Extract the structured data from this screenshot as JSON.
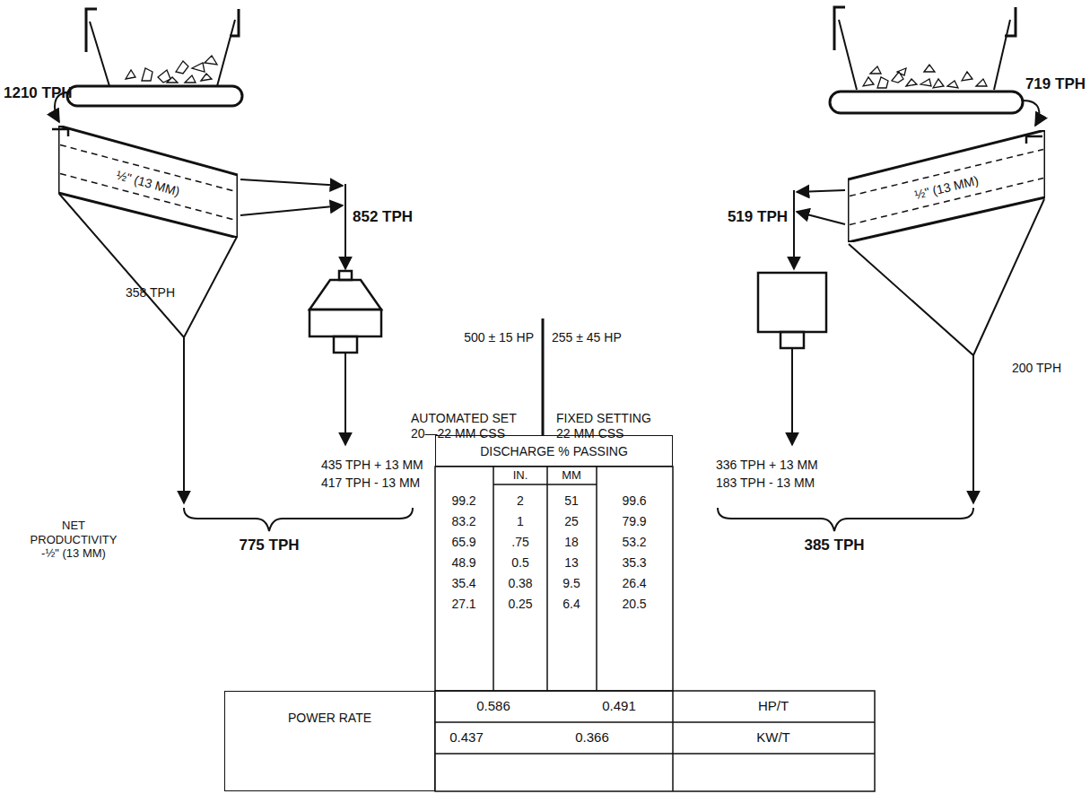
{
  "diagram": {
    "nodes": [
      {
        "text": [
          "½\" (13 MM)"
        ]
      },
      {
        "text": [
          "½\" (13 MM)"
        ]
      },
      {
        "text": [
          "DISCHARGE % PASSING"
        ]
      },
      {
        "text": [
          "POWER RATE"
        ]
      }
    ],
    "labels": [
      "1210 TPH",
      "719 TPH",
      "852 TPH",
      "519 TPH",
      "500 ± 15 HP",
      "255 ± 45 HP",
      "358 TPH",
      "200 TPH",
      "AUTOMATED SET 20—22 MM CSS",
      "FIXED SETTING 22 MM CSS",
      "435 TPH + 13 MM",
      "417 TPH - 13 MM",
      "336 TPH + 13 MM",
      "183 TPH - 13 MM",
      "NET PRODUCTIVITY -½\" (13 MM)",
      "775 TPH",
      "385 TPH",
      "IN.",
      "MM",
      "99.2",
      "2",
      "51",
      "99.6",
      "83.2",
      "1",
      "25",
      "79.9",
      "65.9",
      ".75",
      "18",
      "53.2",
      "48.9",
      "0.5",
      "13",
      "35.3",
      "35.4",
      "0.38",
      "9.5",
      "26.4",
      "27.1",
      "0.25",
      "6.4",
      "20.5",
      "0.586",
      "0.491",
      "HP/T",
      "0.437",
      "0.366",
      "KW/T"
    ]
  }
}
